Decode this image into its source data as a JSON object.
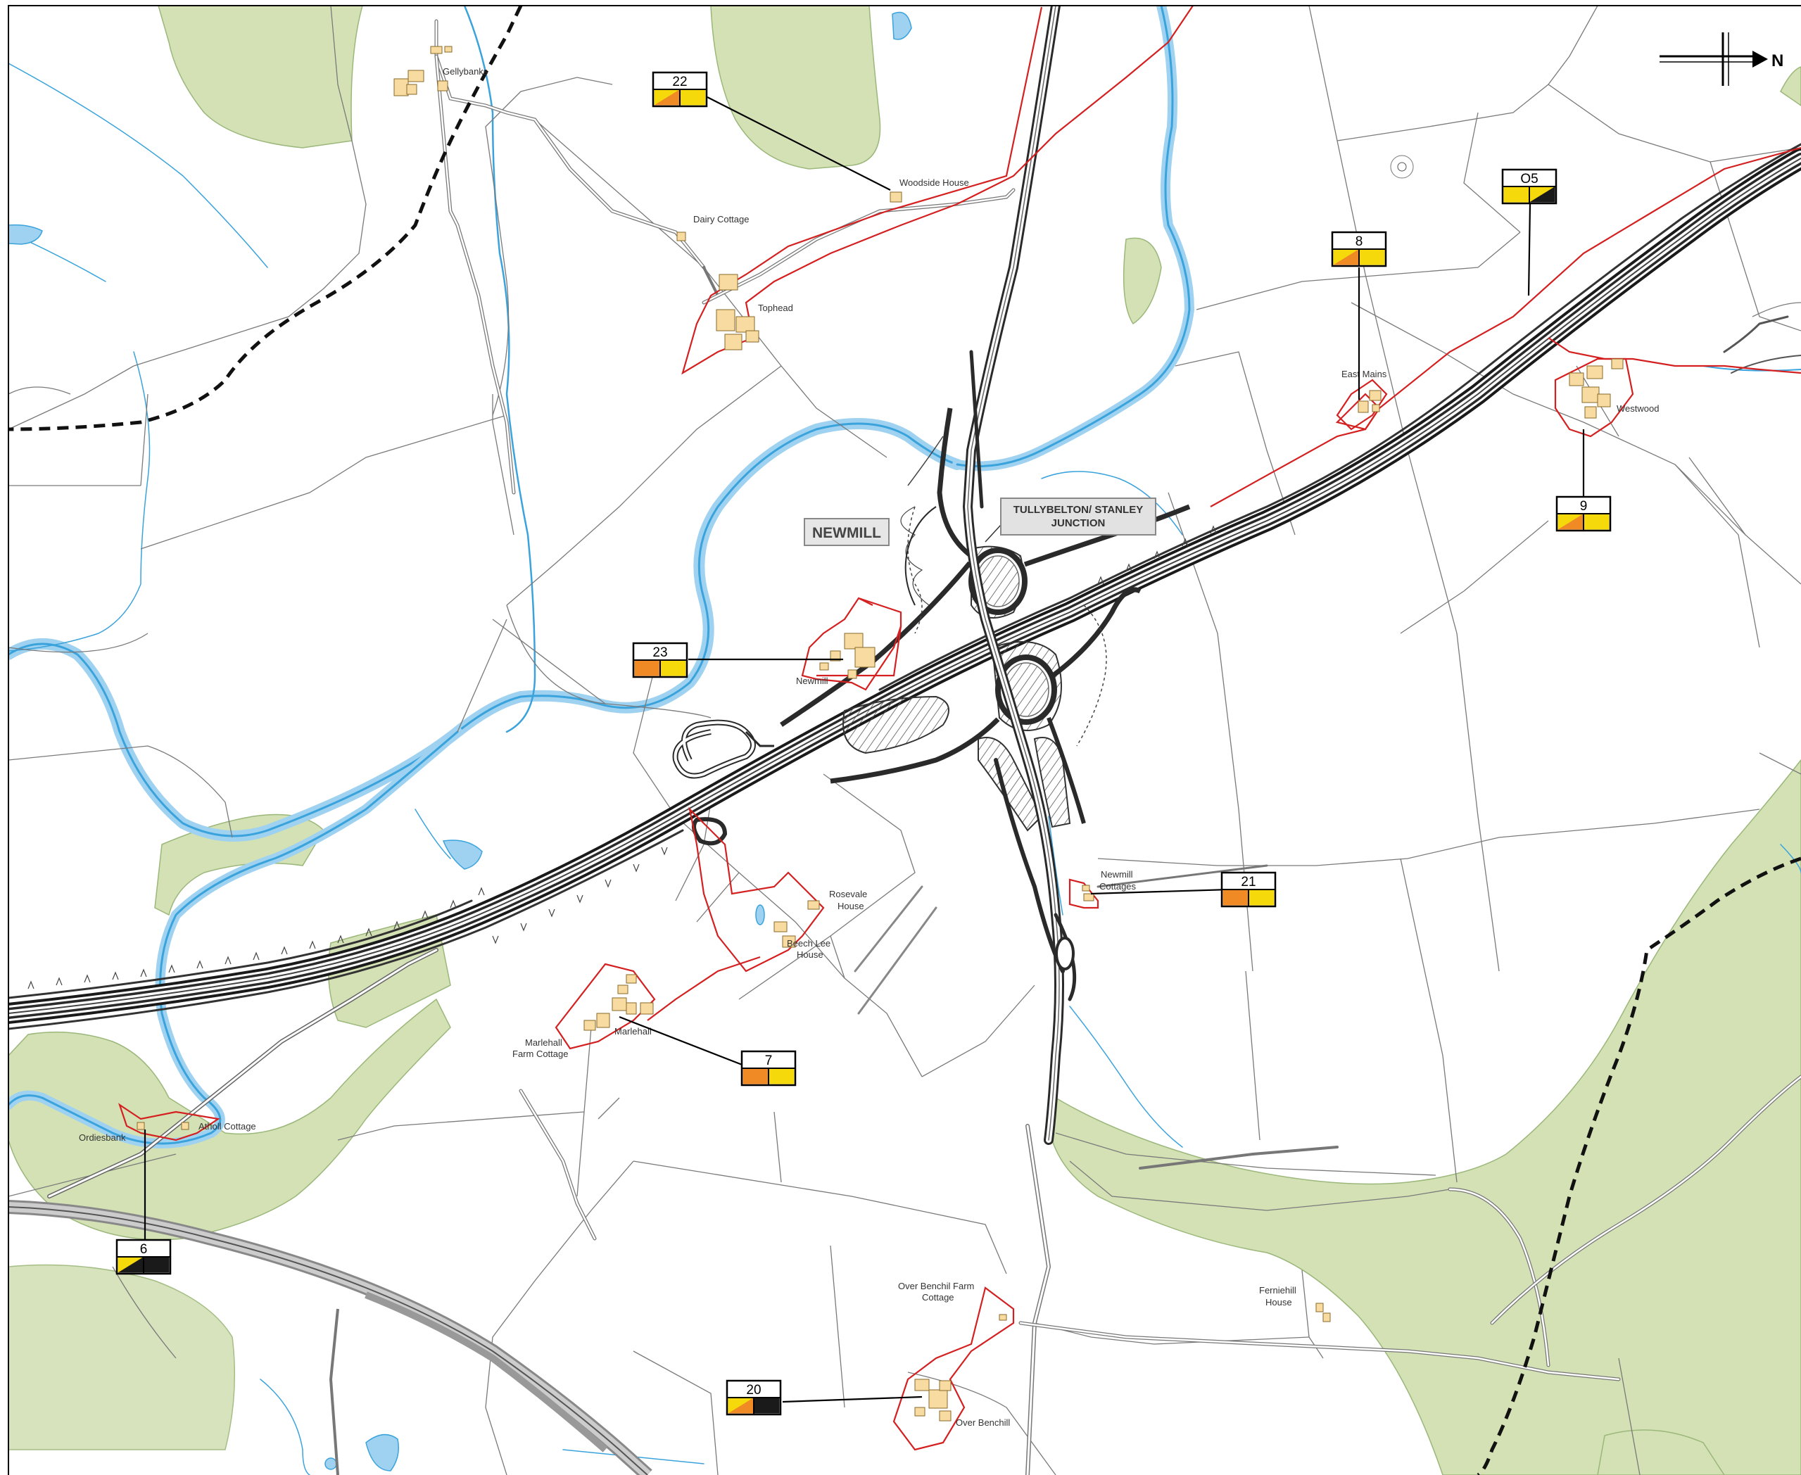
{
  "colors": {
    "woodland": "#d3e1b5",
    "woodland_edge": "#9bb77a",
    "water": "#3aa3dc",
    "water_fill": "#9fd2f0",
    "boundary_red": "#d42020",
    "building": "#f7dba0",
    "road_dark": "#3a3a3a",
    "field_line": "#7a7a7a",
    "badge_orange": "#f08a24",
    "badge_yellow": "#f5d90a",
    "badge_black": "#1a1a1a"
  },
  "north_arrow": {
    "label": "N"
  },
  "junction_label": {
    "line1": "TULLYBELTON/ STANLEY",
    "line2": "JUNCTION"
  },
  "area_label": "NEWMILL",
  "places": [
    {
      "id": "gellybanks",
      "text": "Gellybanks"
    },
    {
      "id": "woodside",
      "text": "Woodside House"
    },
    {
      "id": "dairy",
      "text": "Dairy Cottage"
    },
    {
      "id": "tophead",
      "text": "Tophead"
    },
    {
      "id": "eastmains",
      "text": "East Mains"
    },
    {
      "id": "westwood",
      "text": "Westwood"
    },
    {
      "id": "newmill",
      "text": "Newmill"
    },
    {
      "id": "rosevale1",
      "text": "Rosevale"
    },
    {
      "id": "rosevale2",
      "text": "House"
    },
    {
      "id": "beechlee1",
      "text": "Beech Lee"
    },
    {
      "id": "beechlee2",
      "text": "House"
    },
    {
      "id": "newmillcott1",
      "text": "Newmill"
    },
    {
      "id": "newmillcott2",
      "text": "Cottages"
    },
    {
      "id": "marlehall",
      "text": "Marlehall"
    },
    {
      "id": "marlefarm1",
      "text": "Marlehall"
    },
    {
      "id": "marlefarm2",
      "text": "Farm Cottage"
    },
    {
      "id": "ordiesbank",
      "text": "Ordiesbank"
    },
    {
      "id": "atholl",
      "text": "Atholl Cottage"
    },
    {
      "id": "overbenfarm1",
      "text": "Over Benchil Farm"
    },
    {
      "id": "overbenfarm2",
      "text": "Cottage"
    },
    {
      "id": "overbenchil",
      "text": "Over Benchill"
    },
    {
      "id": "ferniehill1",
      "text": "Ferniehill"
    },
    {
      "id": "ferniehill2",
      "text": "House"
    }
  ],
  "receptors": [
    {
      "id": "r22",
      "label": "22",
      "left": "orange-yellow-split",
      "right": "yellow"
    },
    {
      "id": "r8",
      "label": "8",
      "left": "orange-yellow-split",
      "right": "yellow"
    },
    {
      "id": "r05",
      "label": "O5",
      "left": "yellow",
      "right": "yellow-black-split"
    },
    {
      "id": "r9",
      "label": "9",
      "left": "orange-yellow-split",
      "right": "yellow"
    },
    {
      "id": "r23",
      "label": "23",
      "left": "orange",
      "right": "yellow"
    },
    {
      "id": "r21",
      "label": "21",
      "left": "orange",
      "right": "yellow"
    },
    {
      "id": "r7",
      "label": "7",
      "left": "orange",
      "right": "yellow"
    },
    {
      "id": "r6",
      "label": "6",
      "left": "yellow-black-split",
      "right": "black"
    },
    {
      "id": "r20",
      "label": "20",
      "left": "orange-yellow-split",
      "right": "black"
    }
  ]
}
